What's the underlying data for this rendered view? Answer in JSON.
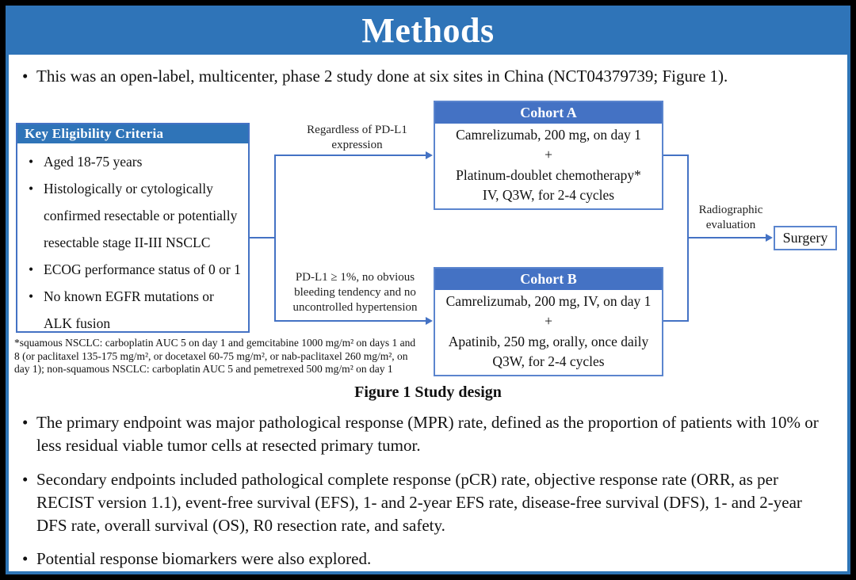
{
  "slide": {
    "title": "Methods",
    "intro_bullet": "This was an open-label, multicenter, phase 2 study done at six sites in China (NCT04379739; Figure 1).",
    "bullets": [
      "The primary endpoint was major pathological response (MPR) rate, defined as the proportion of patients with 10% or less residual viable tumor cells at resected primary tumor.",
      "Secondary endpoints included pathological complete response (pCR) rate, objective response rate (ORR, as per RECIST version 1.1), event-free survival (EFS), 1- and 2-year EFS rate, disease-free survival (DFS), 1- and 2-year DFS rate, overall survival (OS), R0 resection rate, and safety.",
      "Potential response biomarkers were also explored."
    ]
  },
  "figure": {
    "caption": "Figure 1 Study design",
    "eligibility": {
      "header": "Key Eligibility Criteria",
      "items": [
        "Aged 18-75 years",
        "Histologically or cytologically confirmed resectable or potentially resectable stage II-III NSCLC",
        "ECOG performance status of 0 or 1",
        "No known EGFR mutations or ALK fusion"
      ]
    },
    "footnote": "*squamous NSCLC: carboplatin AUC 5 on day 1 and gemcitabine 1000 mg/m² on days 1 and 8 (or paclitaxel 135-175 mg/m², or docetaxel 60-75 mg/m², or nab-paclitaxel 260 mg/m², on day 1); non-squamous NSCLC: carboplatin AUC 5 and pemetrexed 500 mg/m² on day 1",
    "branch_top_label": "Regardless of PD-L1 expression",
    "branch_bottom_label": "PD-L1 ≥ 1%, no obvious bleeding tendency and no uncontrolled hypertension",
    "cohort_a": {
      "header": "Cohort A",
      "lines": [
        "Camrelizumab, 200 mg, on day 1",
        "+",
        "Platinum-doublet chemotherapy*",
        "IV, Q3W, for 2-4 cycles"
      ]
    },
    "cohort_b": {
      "header": "Cohort B",
      "lines": [
        "Camrelizumab, 200 mg, IV, on day 1",
        "+",
        "Apatinib, 250 mg, orally, once daily",
        "Q3W, for 2-4 cycles"
      ]
    },
    "evaluation_label": "Radiographic evaluation",
    "surgery_label": "Surgery"
  },
  "colors": {
    "title_bar_blue": "#2F74B8",
    "cohort_header_blue": "#4472C4",
    "line_blue": "#4472C4",
    "frame_black": "#000000"
  }
}
